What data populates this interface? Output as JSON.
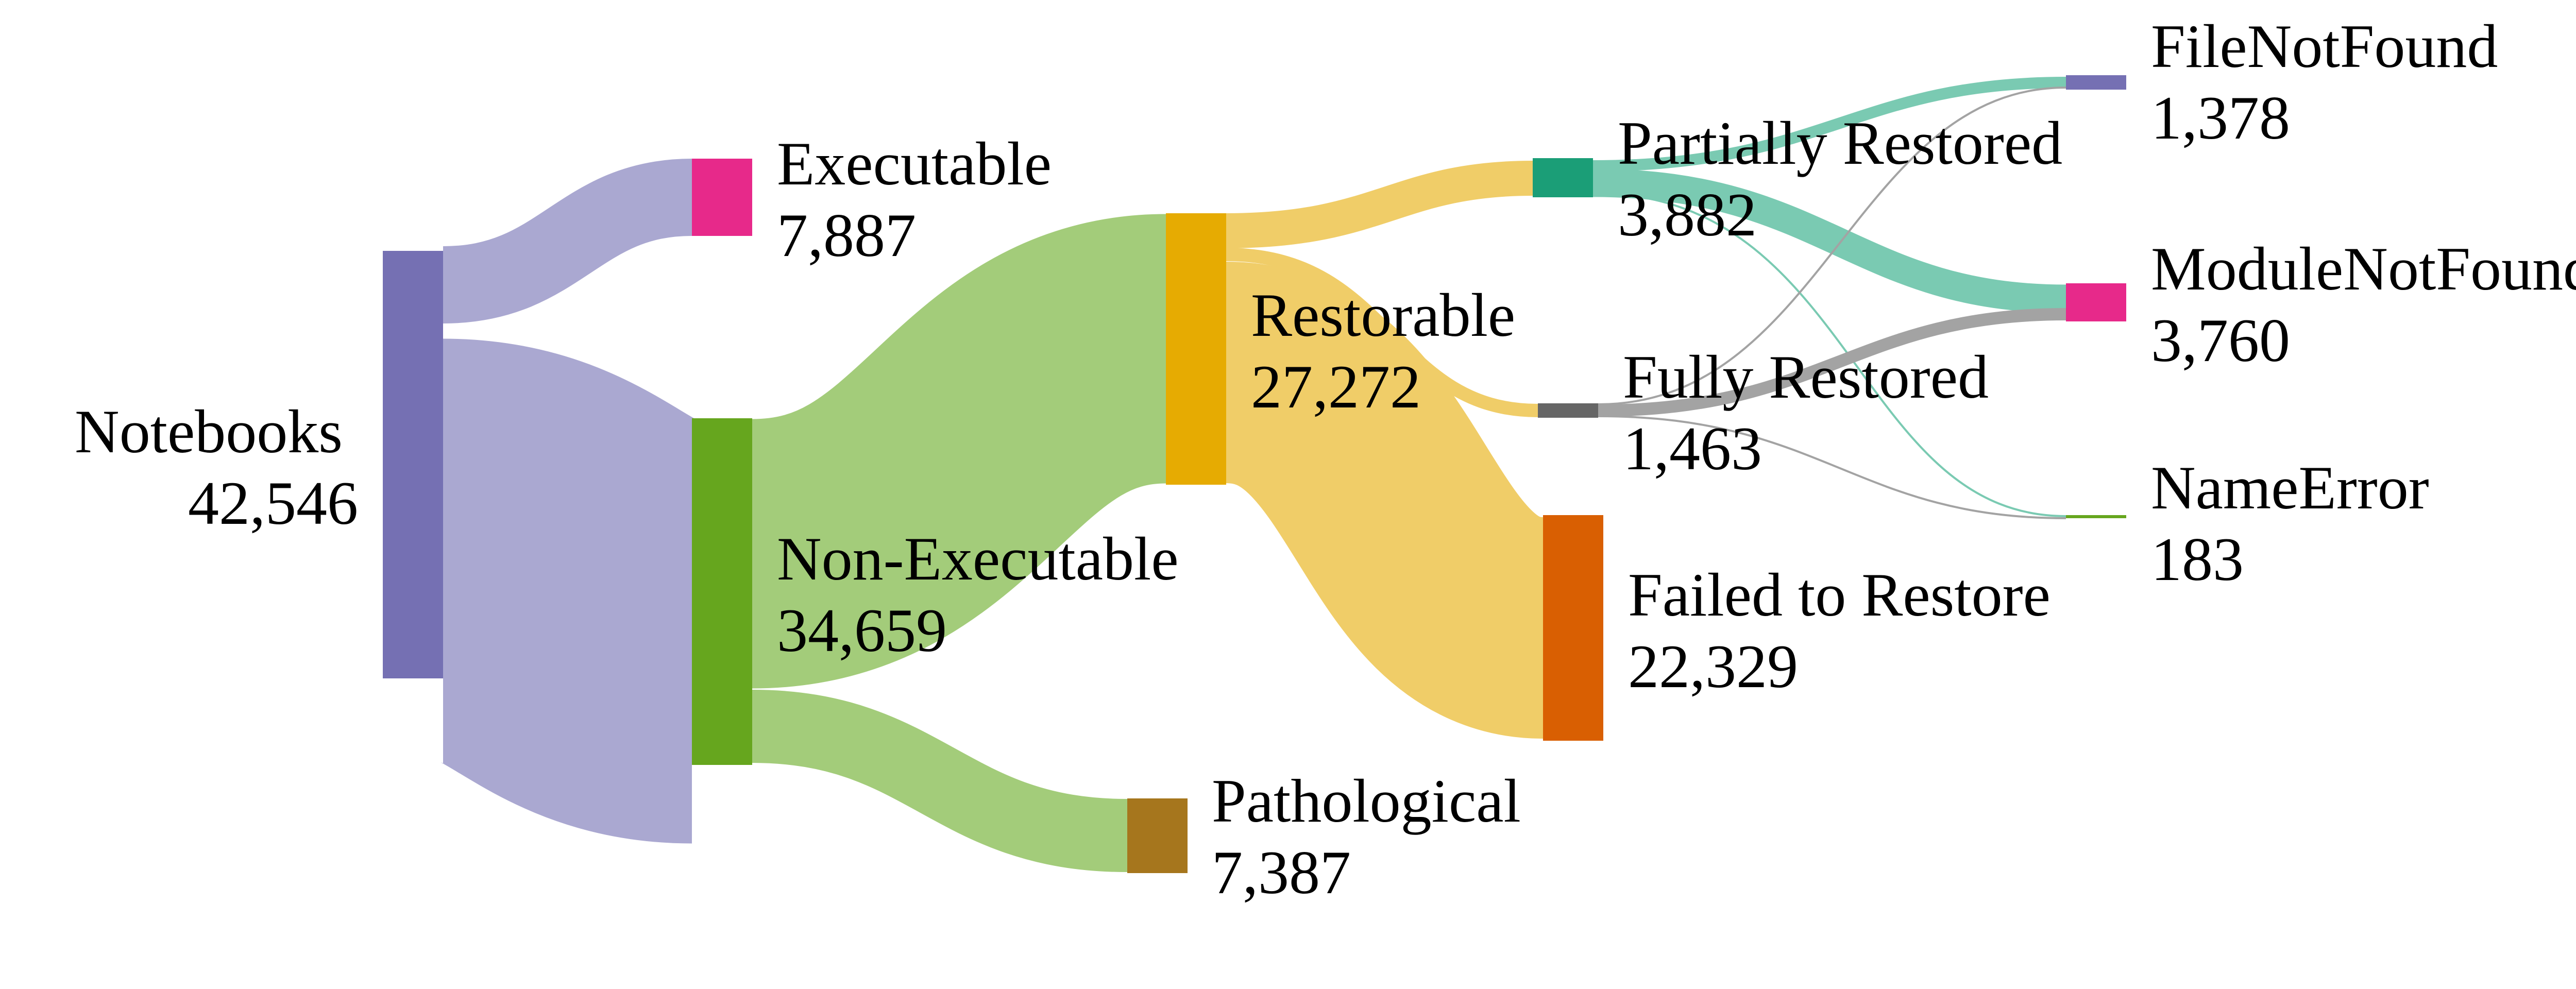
{
  "colors": {
    "notebooks": "#7570b3",
    "executable": "#e7298a",
    "non_executable": "#66a61e",
    "restorable": "#e6ab02",
    "pathological": "#a6761d",
    "partially_restored": "#1b9e77",
    "fully_restored": "#666666",
    "failed_to_restore": "#d95f02",
    "file_not_found": "#7570b3",
    "module_not_found": "#e7298a",
    "name_error": "#66a61e",
    "link_notebooks": "#aaa8d1",
    "link_non_executable": "#a3cc7a",
    "link_restorable": "#f0cd68",
    "link_partially_restored": "#7acab2",
    "link_fully_restored": "#a3a3a3"
  },
  "nodes": {
    "notebooks": {
      "label": "Notebooks",
      "value": "42,546"
    },
    "executable": {
      "label": "Executable",
      "value": "7,887"
    },
    "non_executable": {
      "label": "Non-Executable",
      "value": "34,659"
    },
    "restorable": {
      "label": "Restorable",
      "value": "27,272"
    },
    "pathological": {
      "label": "Pathological",
      "value": "7,387"
    },
    "partially_restored": {
      "label": "Partially Restored",
      "value": "3,882"
    },
    "fully_restored": {
      "label": "Fully Restored",
      "value": "1,463"
    },
    "failed_to_restore": {
      "label": "Failed to Restore",
      "value": "22,329"
    },
    "file_not_found": {
      "label": "FileNotFound",
      "value": "1,378"
    },
    "module_not_found": {
      "label": "ModuleNotFound",
      "value": "3,760"
    },
    "name_error": {
      "label": "NameError",
      "value": "183"
    }
  }
}
